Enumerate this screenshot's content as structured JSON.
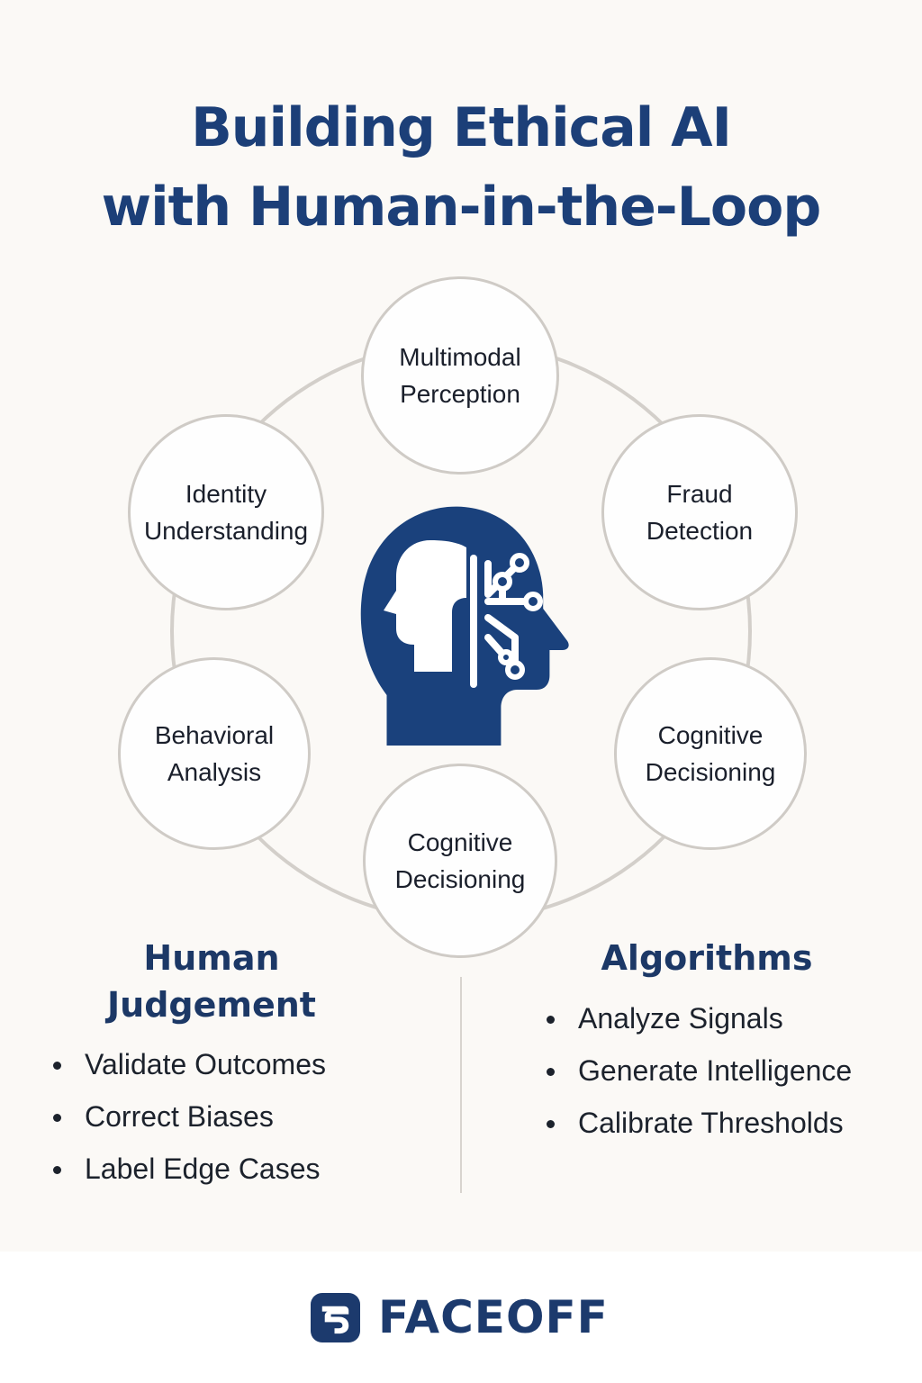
{
  "title": {
    "line1": "Building Ethical AI",
    "line2": "with Human-in-the-Loop"
  },
  "nodes": [
    {
      "id": "multimodal",
      "line1": "Multimodal",
      "line2": "Perception"
    },
    {
      "id": "fraud",
      "line1": "Fraud",
      "line2": "Detection"
    },
    {
      "id": "cognitive-right",
      "line1": "Cognitive",
      "line2": "Decisioning"
    },
    {
      "id": "cognitive-bottom",
      "line1": "Cognitive",
      "line2": "Decisioning"
    },
    {
      "id": "behavioral",
      "line1": "Behavioral",
      "line2": "Analysis"
    },
    {
      "id": "identity",
      "line1": "Identity",
      "line2": "Understanding"
    }
  ],
  "center_icon": "ai-brain-head-icon",
  "human": {
    "title_line1": "Human",
    "title_line2": "Judgement",
    "items": [
      "Validate Outcomes",
      "Correct Biases",
      "Label Edge Cases"
    ]
  },
  "algorithms": {
    "title": "Algorithms",
    "items": [
      "Analyze Signals",
      "Generate Intelligence",
      "Calibrate Thresholds"
    ]
  },
  "footer": {
    "brand": "FACEOFF",
    "logo_icon": "faceoff-logo-icon"
  },
  "colors": {
    "title": "#1c3f78",
    "icon": "#1a417c",
    "ring": "#d3cfca",
    "background": "#fbf9f6"
  }
}
